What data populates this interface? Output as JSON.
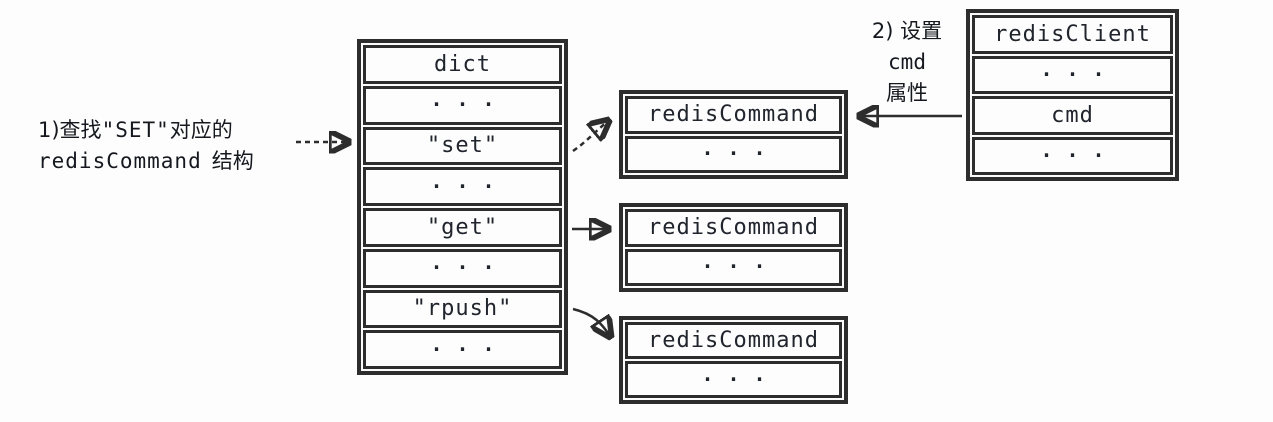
{
  "colors": {
    "line": "#2d2d2d",
    "text": "#20242c",
    "background": "#fdfdfd"
  },
  "labels": {
    "step1": {
      "prefix": "1)查找",
      "quoted": "\"SET\"",
      "suffix": "对应的",
      "line2_code": "redisCommand",
      "line2_suffix": "结构"
    },
    "step2": {
      "line1": "2) 设置",
      "line2": "cmd",
      "line3": "属性"
    }
  },
  "dict_table": {
    "rows": [
      "dict",
      "...",
      "\"set\"",
      "...",
      "\"get\"",
      "...",
      "\"rpush\"",
      "..."
    ]
  },
  "redis_command_boxes": [
    {
      "rows": [
        "redisCommand",
        "..."
      ]
    },
    {
      "rows": [
        "redisCommand",
        "..."
      ]
    },
    {
      "rows": [
        "redisCommand",
        "..."
      ]
    }
  ],
  "redis_client_table": {
    "rows": [
      "redisClient",
      "...",
      "cmd",
      "..."
    ]
  }
}
